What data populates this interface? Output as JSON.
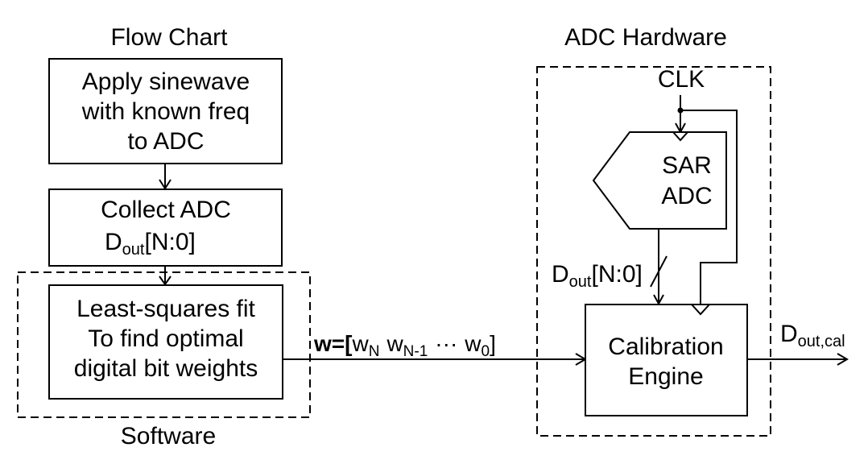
{
  "flow_chart": {
    "title": "Flow Chart",
    "step1": {
      "line1": "Apply sinewave",
      "line2": "with known freq",
      "line3": "to ADC"
    },
    "step2": {
      "line1": "Collect ADC",
      "dout_main": "D",
      "dout_sub": "out",
      "dout_bits": "[N:0]"
    },
    "step3": {
      "line1": "Least-squares fit",
      "line2": "To find optimal",
      "line3": "digital bit weights"
    },
    "software_label": "Software"
  },
  "weights": {
    "prefix": "w=[",
    "wN": "w",
    "wN_sub": "N",
    "wN1": "w",
    "wN1_sub": "N-1",
    "dots": "···",
    "w0": "w",
    "w0_sub": "0",
    "suffix": "]"
  },
  "hardware": {
    "title": "ADC Hardware",
    "clk": "CLK",
    "sar_line1": "SAR",
    "sar_line2": "ADC",
    "bus_main": "D",
    "bus_sub": "out",
    "bus_bits": "[N:0]",
    "cal_line1": "Calibration",
    "cal_line2": "Engine",
    "out_main": "D",
    "out_sub": "out,cal"
  }
}
